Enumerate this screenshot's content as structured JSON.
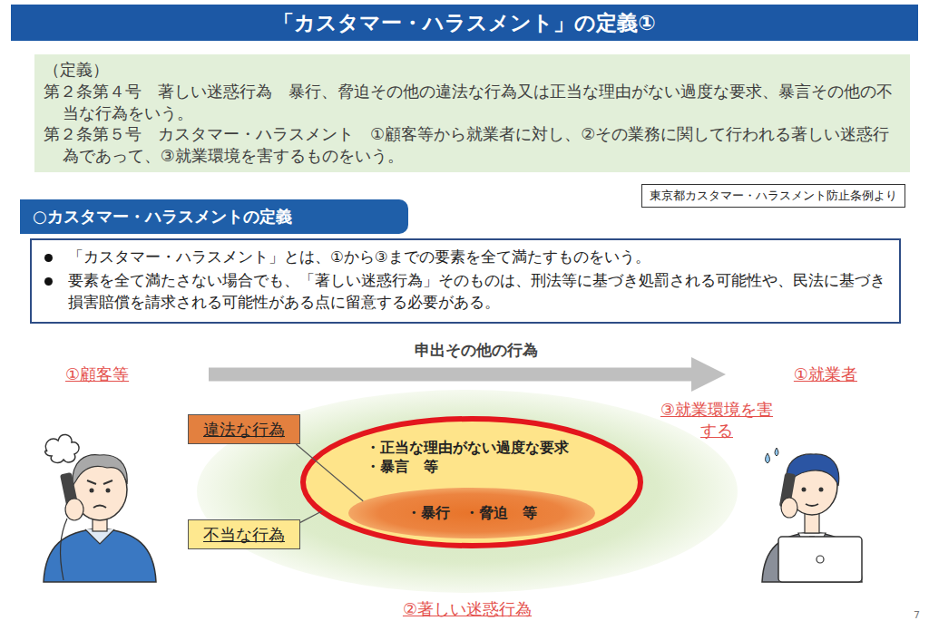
{
  "diagram": {
    "title": "「カスタマー・ハラスメント」の定義①",
    "nodes": [
      {
        "text": [
          "（定義）",
          "第２条第４号　著しい迷惑行為　暴行、脅迫その他の違法な行為又は正当な理由がない過度な要求、暴言その他の不当な行為をいう。",
          "第２条第５号　カスタマー・ハラスメント　①顧客等から就業者に対し、②その業務に関して行われる著しい迷惑行為であって、③就業環境を害するものをいう。"
        ]
      },
      {
        "text": [
          "東京都カスタマー・ハラスメント防止条例より"
        ]
      },
      {
        "text": [
          "○カスタマー・ハラスメントの定義"
        ]
      },
      {
        "text": [
          "「カスタマー・ハラスメント」とは、①から③までの要素を全て満たすものをいう。",
          "要素を全て満たさない場合でも、「著しい迷惑行為」そのものは、刑法等に基づき処罰される可能性や、民法に基づき損害賠償を請求される可能性がある点に留意する必要がある。"
        ]
      },
      {
        "text": [
          "①顧客等"
        ]
      },
      {
        "text": [
          "①就業者"
        ]
      },
      {
        "text": [
          "②著しい迷惑行為"
        ]
      },
      {
        "text": [
          "・正当な理由がない過度な要求",
          "・暴言　等"
        ],
        "in": 6
      },
      {
        "text": [
          "・暴行　・脅迫　等"
        ],
        "in": 7
      },
      {
        "text": [
          "違法な行為"
        ]
      },
      {
        "text": [
          "不当な行為"
        ]
      }
    ],
    "edges": [
      {
        "from": 4,
        "to": 5,
        "label": "申出その他の行為",
        "arrow": "to"
      },
      {
        "from": 9,
        "to": 8,
        "arrow": "none"
      },
      {
        "from": 10,
        "to": 7,
        "arrow": "none"
      }
    ],
    "labels": [
      "③就業環境を害する",
      "7"
    ]
  }
}
